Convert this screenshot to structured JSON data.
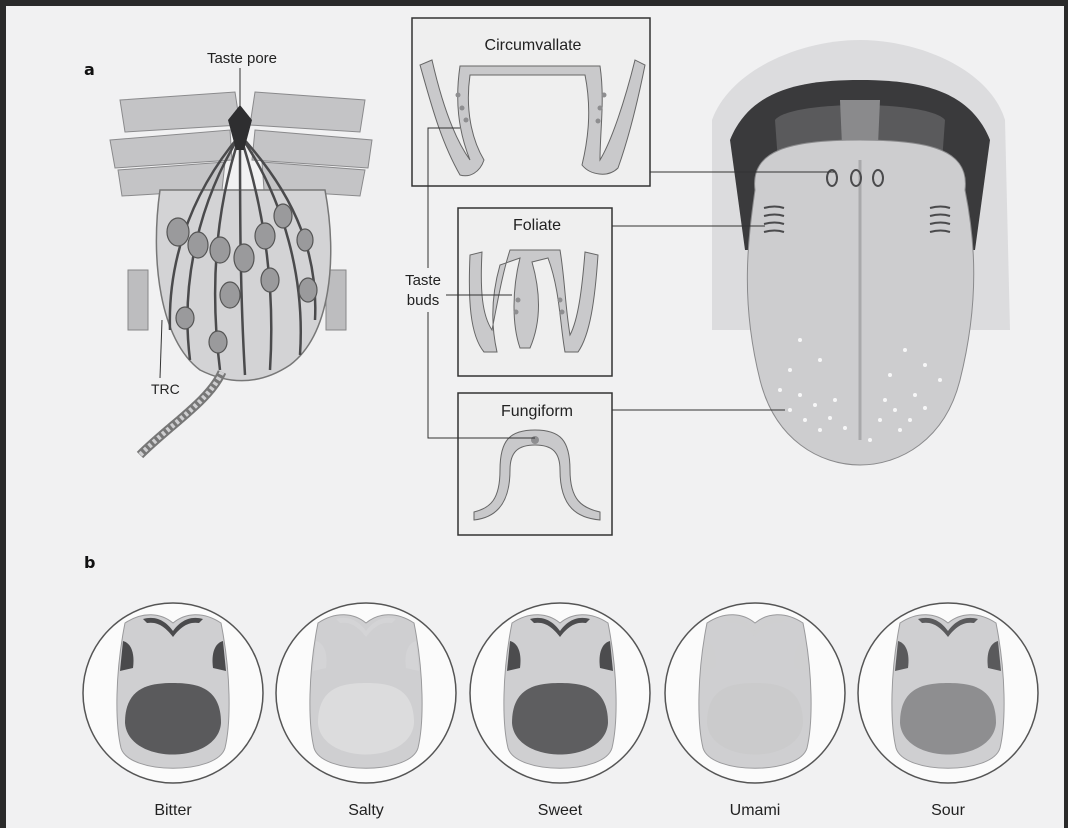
{
  "panel_a": {
    "letter": "a",
    "taste_bud": {
      "pore_label": "Taste pore",
      "cell_label": "TRC"
    },
    "papillae": {
      "circumvallate": "Circumvallate",
      "foliate": "Foliate",
      "fungiform": "Fungiform",
      "taste_buds_line1": "Taste",
      "taste_buds_line2": "buds"
    }
  },
  "panel_b": {
    "letter": "b",
    "tongues": [
      {
        "label": "Bitter",
        "back_shade": "#5a5a5c",
        "side_shade": "#4a4a4c"
      },
      {
        "label": "Salty",
        "back_shade": "#dcdcdd",
        "side_shade": "#d4d4d6"
      },
      {
        "label": "Sweet",
        "back_shade": "#5e5e60",
        "side_shade": "#4c4c4e"
      },
      {
        "label": "Umami",
        "back_shade": "#cbcbcc",
        "side_shade": "#cfcfd0"
      },
      {
        "label": "Sour",
        "back_shade": "#8e8e90",
        "side_shade": "#5a5a5c"
      }
    ]
  },
  "colors": {
    "background": "#f1f1f2",
    "frame": "#2a2a2a",
    "tongue": "#cfcfd1",
    "papilla": "#c9c9cb"
  }
}
